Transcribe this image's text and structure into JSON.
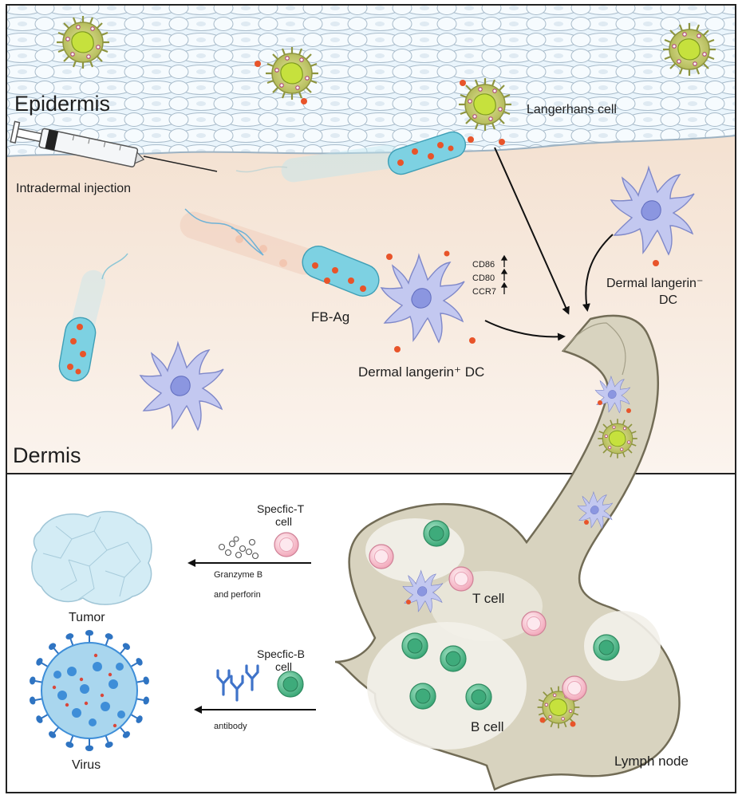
{
  "labels": {
    "epidermis": "Epidermis",
    "dermis": "Dermis",
    "langerhans": "Langerhans cell",
    "injection": "Intradermal injection",
    "fb_ag": "FB-Ag",
    "markers": [
      "CD86",
      "CD80",
      "CCR7"
    ],
    "dc_pos": "Dermal langerin⁺ DC",
    "dc_neg_line1": "Dermal langerin⁻",
    "dc_neg_line2": "DC",
    "spec_t_line1": "Specfic-T",
    "spec_t_line2": "cell",
    "granzyme_line1": "Granzyme B",
    "granzyme_line2": "and perforin",
    "tumor": "Tumor",
    "spec_b_line1": "Specfic-B",
    "spec_b_line2": "cell",
    "antibody": "antibody",
    "virus": "Virus",
    "t_cell": "T cell",
    "b_cell": "B cell",
    "lymph_node": "Lymph node"
  },
  "colors": {
    "epidermis_cell": "#e9f4fb",
    "epidermis_line": "#9fb4c4",
    "dermis": "#f3e2d3",
    "langerhans": "#c9cf7c",
    "langerhans_nucleus": "#b8d640",
    "dc_body": "#bcc3ee",
    "dc_nucleus": "#8390dc",
    "bacterium": "#73cde0",
    "antigen": "#e8542a",
    "lymph_node": "#d6d1bd",
    "t_cell": "#f7c3cf",
    "b_cell": "#56bd91",
    "tumor": "#cfe9f3",
    "virus": "#3e8ed8",
    "antibody": "#3f73c9"
  }
}
